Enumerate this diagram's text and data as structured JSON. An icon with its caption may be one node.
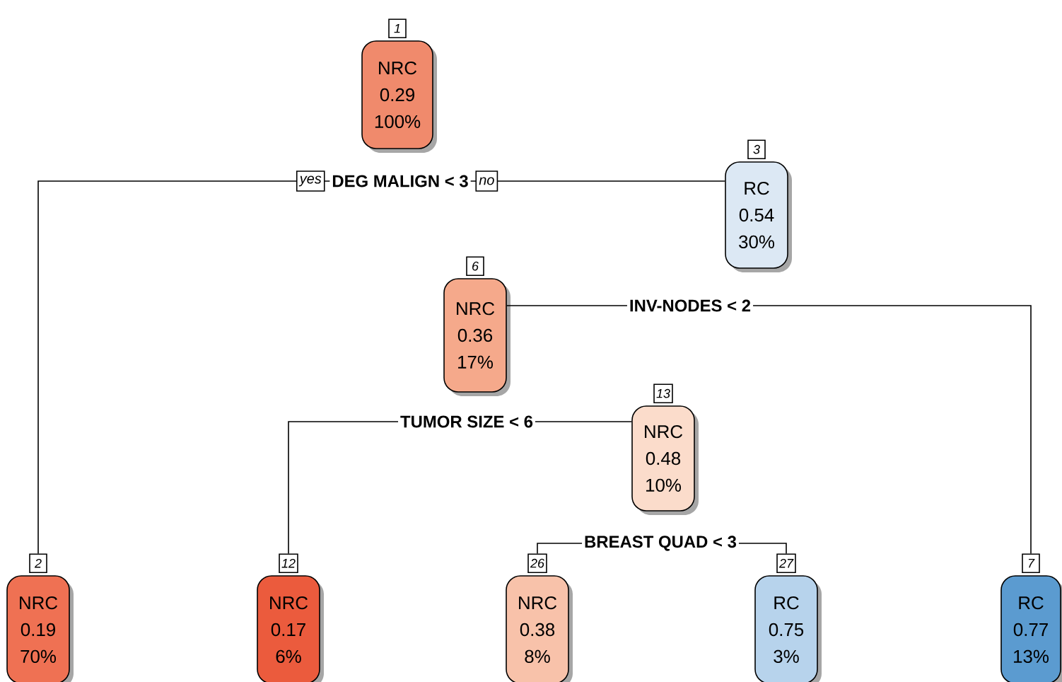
{
  "diagram": {
    "nodes": [
      {
        "text": [
          "1",
          "NRC",
          "0.29",
          "100%"
        ]
      },
      {
        "text": [
          "3",
          "RC",
          "0.54",
          "30%"
        ]
      },
      {
        "text": [
          "6",
          "NRC",
          "0.36",
          "17%"
        ]
      },
      {
        "text": [
          "13",
          "NRC",
          "0.48",
          "10%"
        ]
      },
      {
        "text": [
          "2",
          "NRC",
          "0.19",
          "70%"
        ]
      },
      {
        "text": [
          "12",
          "NRC",
          "0.17",
          "6%"
        ]
      },
      {
        "text": [
          "26",
          "NRC",
          "0.38",
          "8%"
        ]
      },
      {
        "text": [
          "27",
          "RC",
          "0.75",
          "3%"
        ]
      },
      {
        "text": [
          "7",
          "RC",
          "0.77",
          "13%"
        ]
      }
    ],
    "edges": [
      {
        "from": 4,
        "to": 1,
        "arrow": "none",
        "label": "DEG MALIGN < 3"
      },
      {
        "from": 2,
        "to": 8,
        "arrow": "none",
        "label": "INV-NODES < 2"
      },
      {
        "from": 5,
        "to": 3,
        "arrow": "none",
        "label": "TUMOR SIZE < 6"
      },
      {
        "from": 6,
        "to": 7,
        "arrow": "none",
        "label": "BREAST QUAD < 3"
      }
    ],
    "labels": [
      "yes",
      "no"
    ]
  }
}
